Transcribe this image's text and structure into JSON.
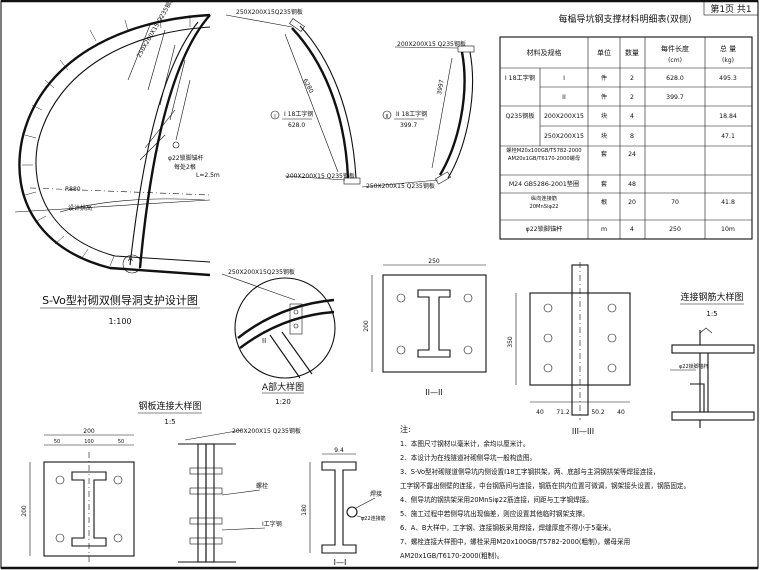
{
  "sheet": {
    "label": "第1页 共1"
  },
  "tunnel": {
    "title": "S-Vo型衬砌双侧导洞支护设计图",
    "scale": "1:100",
    "labels": [
      "250X200X15 Q235钢板",
      "φ22锁脚锚杆",
      "每处2根",
      "L=2.5m",
      "R880",
      "设计拱高"
    ],
    "callout_a": "A"
  },
  "rib1": {
    "top_plate": "250X200X15Q235钢板",
    "length_dim": "6280",
    "member": "I 18工字钢",
    "member_len": "628.0",
    "bottom_plate": "200X200X15 Q235钢板",
    "marker": "I"
  },
  "rib2": {
    "top_plate": "200X200X15 Q235钢板",
    "length_dim": "3997",
    "member": "II 18工字钢",
    "member_len": "399.7",
    "bottom_plate": "250X200X15 Q235钢板",
    "marker": "II"
  },
  "table": {
    "title": "每榀导坑钢支撑材料明细表(双侧)",
    "headers": [
      "材料及规格",
      "单位",
      "数量",
      "每件长度",
      "总 量"
    ],
    "subunits": [
      "(cm)",
      "(kg)"
    ],
    "rows": [
      [
        "I 18工字钢",
        "I",
        "件",
        "2",
        "628.0",
        "495.3"
      ],
      [
        "",
        "II",
        "件",
        "2",
        "399.7",
        ""
      ],
      [
        "Q235钢板",
        "200X200X15",
        "块",
        "4",
        "",
        "18.84"
      ],
      [
        "",
        "250X200X15",
        "块",
        "8",
        "",
        "47.1"
      ],
      [
        "螺栓M20x100GB/T5782-2000\nAM20x1GB/T6170-2000螺母",
        "",
        "套",
        "24",
        "",
        ""
      ],
      [
        "M24 GB5286-2001垫圈",
        "",
        "套",
        "48",
        "",
        ""
      ],
      [
        "纵向连接筋\n20MnSiφ22",
        "",
        "根",
        "20",
        "70",
        "41.8"
      ],
      [
        "φ22锁脚锚杆",
        "",
        "m",
        "4",
        "250",
        "10m"
      ]
    ]
  },
  "detail_a": {
    "title": "A部大样图",
    "scale": "1:20",
    "label": "250X200X15Q235钢板",
    "marker": "II"
  },
  "plate_view": {
    "dim_top": "250",
    "dim_side": "200",
    "section": "II—II"
  },
  "plate_view2": {
    "dims": [
      "40",
      "71.2",
      "50.2",
      "40"
    ],
    "dim_side": "350",
    "section": "III—III"
  },
  "rib_conn": {
    "title": "连接钢筋大样图",
    "scale": "1:5",
    "label": "φ22锁脚锚杆"
  },
  "plate_conn": {
    "title": "钢板连接大样图",
    "scale": "1:5",
    "dims_top": [
      "200",
      "50",
      "100",
      "50"
    ],
    "dim_side": "200",
    "label_top": "200X200X15 Q235钢板",
    "label_bolt": "螺栓",
    "label_beam": "I工字钢",
    "label_weld": "焊接",
    "label_rebar": "φ22连接筋",
    "section": "I—I",
    "dim_94": "9.4",
    "dim_180": "180"
  },
  "notes": {
    "head": "注:",
    "items": [
      "1、本图尺寸钢材以毫米计，余均以厘米计。",
      "2、本设计为在线隧道衬砌侧导坑一般构造图。",
      "3、S-Vo型衬砌隧道侧导坑内侧设置I18工字钢拱架，两、底部与主洞钢拱架等焊接连接，",
      "   工字钢不露出侧壁的连接，中台钢筋间与连接，钢筋在拱内位置可微调，钢架接头设置，钢筋固定。",
      "4、侧导坑的钢拱架采用20MnSiφ22筋连接，间距与工字钢焊接。",
      "5、施工过程中若侧导坑出现偏差，则应设置其他临时钢架支撑。",
      "6、A、B大样中，工字钢、连接钢板采用焊接，焊缝厚度不得小于5毫米。",
      "7、螺栓连接大样图中，螺栓采用M20x100GB/T5782-2000(粗制)，螺母采用",
      "   AM20x1GB/T6170-2000(粗制)。"
    ]
  }
}
